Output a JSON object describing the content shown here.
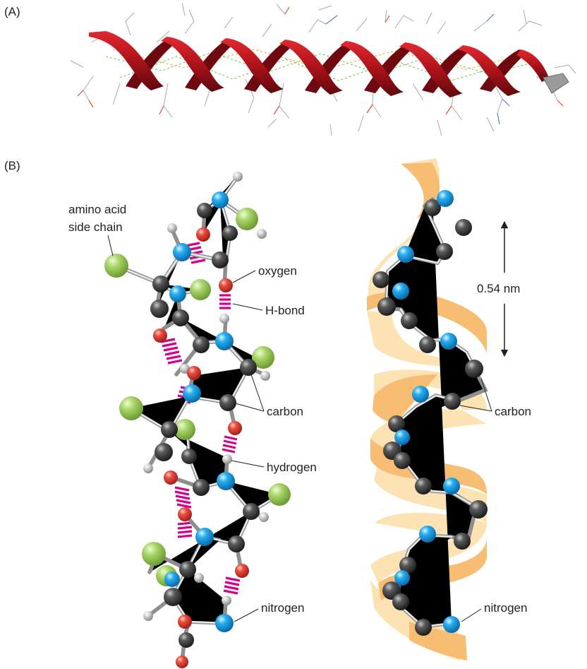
{
  "panels": {
    "a": "(A)",
    "b": "(B)"
  },
  "labels": {
    "side_chain_line1": "amino acid",
    "side_chain_line2": "side chain",
    "oxygen": "oxygen",
    "hbond": "H-bond",
    "carbon": "carbon",
    "hydrogen": "hydrogen",
    "nitrogen": "nitrogen",
    "pitch": "0.54 nm",
    "carbon_ribbon": "carbon",
    "nitrogen_ribbon": "nitrogen"
  },
  "colors": {
    "helix_red": "#b3141b",
    "helix_dark": "#6e0a0f",
    "carbon": "#4a4a4a",
    "nitrogen": "#1aa3e8",
    "oxygen": "#e5483a",
    "hydrogen": "#cfcfcf",
    "side_chain": "#9fcf5b",
    "hbond": "#d4008f",
    "ribbon_front": "#f7c27c",
    "ribbon_back": "#fde3b4"
  }
}
